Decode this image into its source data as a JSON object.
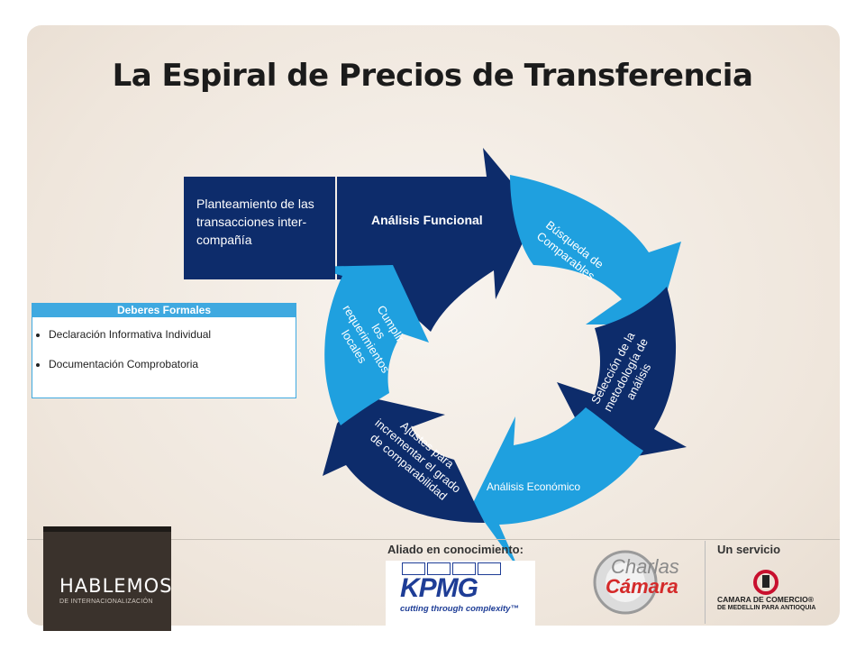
{
  "title": "La Espiral de Precios de Transferencia",
  "spiral": {
    "planteamiento": "Planteamiento de las transacciones inter-compañía",
    "analisis_funcional": "Análisis Funcional",
    "busqueda_1": "Búsqueda de",
    "busqueda_2": "Comparables",
    "seleccion_1": "Selección de la",
    "seleccion_2": "metodología de",
    "seleccion_3": "análisis",
    "analisis_economico": "Análisis Económico",
    "ajustes_1": "Ajustes para",
    "ajustes_2": "incrementar el grado",
    "ajustes_3": "de comparabilidad",
    "cumplir_1": "Cumplir",
    "cumplir_2": "los",
    "cumplir_3": "requerimientos",
    "cumplir_4": "locales"
  },
  "deberes": {
    "header": "Deberes Formales",
    "items": [
      "Declaración Informativa Individual",
      "Documentación Comprobatoria"
    ]
  },
  "footer": {
    "hablemos": "HABLEMOS",
    "hablemos_sub": "DE INTERNACIONALIZACIÓN",
    "aliado": "Aliado en conocimiento:",
    "kpmg": "KPMG",
    "kpmg_tag": "cutting through complexity™",
    "charlas_top": "Charlas",
    "charlas_bottom": "Cámara",
    "servicio": "Un servicio",
    "camara_1": "CAMARA DE COMERCIO®",
    "camara_2": "DE MEDELLIN PARA ANTIOQUIA"
  },
  "colors": {
    "dark_blue": "#0d2c6b",
    "light_blue": "#1fa0df",
    "deberes_header": "#3fa9e0"
  }
}
